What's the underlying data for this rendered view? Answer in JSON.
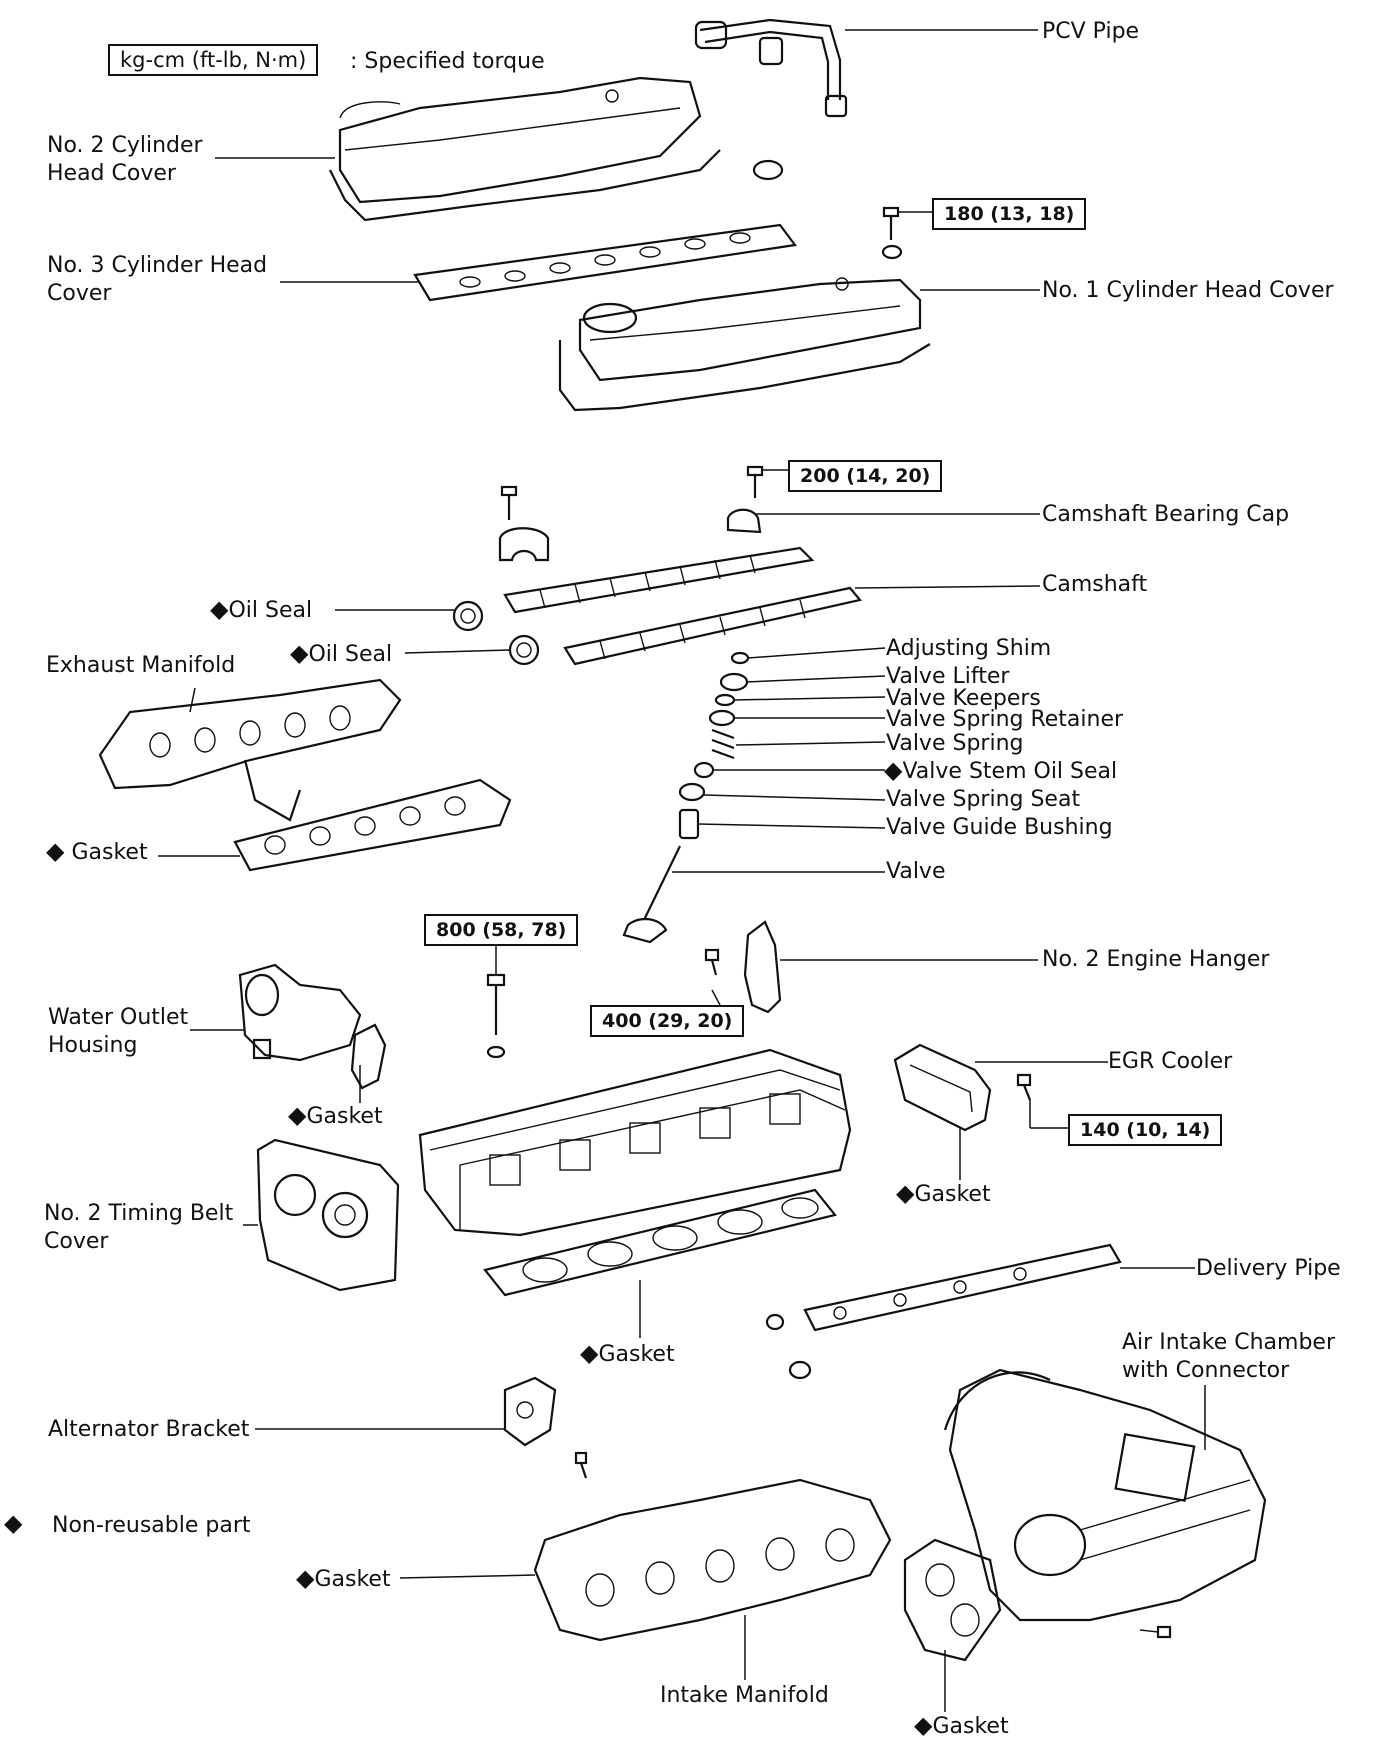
{
  "legend": {
    "torque_box": "kg-cm (ft-lb, N·m)",
    "torque_text": ": Specified torque",
    "nonreusable_symbol": "◆",
    "nonreusable_text": "Non-reusable part"
  },
  "labels": {
    "pcv_pipe": "PCV Pipe",
    "no2_head_cover_l1": "No. 2 Cylinder",
    "no2_head_cover_l2": "Head Cover",
    "no3_head_cover_l1": "No. 3 Cylinder Head",
    "no3_head_cover_l2": "Cover",
    "no1_head_cover": "No. 1 Cylinder Head Cover",
    "camshaft_bearing_cap": "Camshaft Bearing Cap",
    "camshaft": "Camshaft",
    "oil_seal": "Oil Seal",
    "exhaust_manifold": "Exhaust Manifold",
    "adjusting_shim": "Adjusting Shim",
    "valve_lifter": "Valve Lifter",
    "valve_keepers": "Valve Keepers",
    "valve_spring_retainer": "Valve Spring Retainer",
    "valve_spring": "Valve Spring",
    "valve_stem_oil_seal": "Valve Stem Oil Seal",
    "valve_spring_seat": "Valve Spring Seat",
    "valve_guide_bushing": "Valve Guide Bushing",
    "valve": "Valve",
    "gasket": "Gasket",
    "no2_engine_hanger": "No. 2 Engine Hanger",
    "water_outlet_l1": "Water Outlet",
    "water_outlet_l2": "Housing",
    "egr_cooler": "EGR Cooler",
    "no2_timing_belt_l1": "No. 2 Timing Belt",
    "no2_timing_belt_l2": "Cover",
    "delivery_pipe": "Delivery Pipe",
    "air_intake_l1": "Air Intake Chamber",
    "air_intake_l2": "with Connector",
    "alternator_bracket": "Alternator Bracket",
    "intake_manifold": "Intake Manifold"
  },
  "torques": {
    "t180": "180 (13, 18)",
    "t200": "200 (14, 20)",
    "t800": "800 (58, 78)",
    "t400": "400 (29, 20)",
    "t140": "140 (10, 14)"
  }
}
